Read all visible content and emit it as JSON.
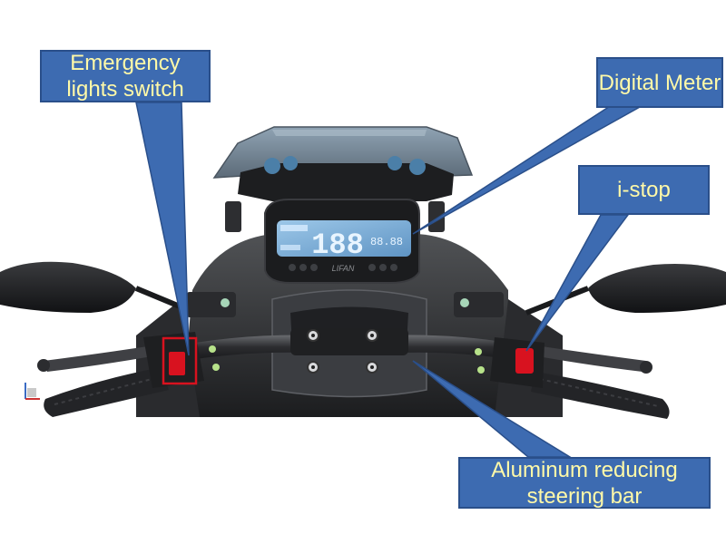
{
  "callouts": {
    "emergency": "Emergency lights switch",
    "meter": "Digital Meter",
    "istop": "i-stop",
    "bar": "Aluminum reducing steering bar"
  },
  "meter_display": {
    "speed": "188",
    "odometer": "88.88",
    "brand": "LIFAN"
  },
  "colors": {
    "callout_fill": "#3d6bb1",
    "callout_text": "#fff9a8",
    "switch_red": "#d8121f",
    "lcd": "#6fa7d6"
  }
}
